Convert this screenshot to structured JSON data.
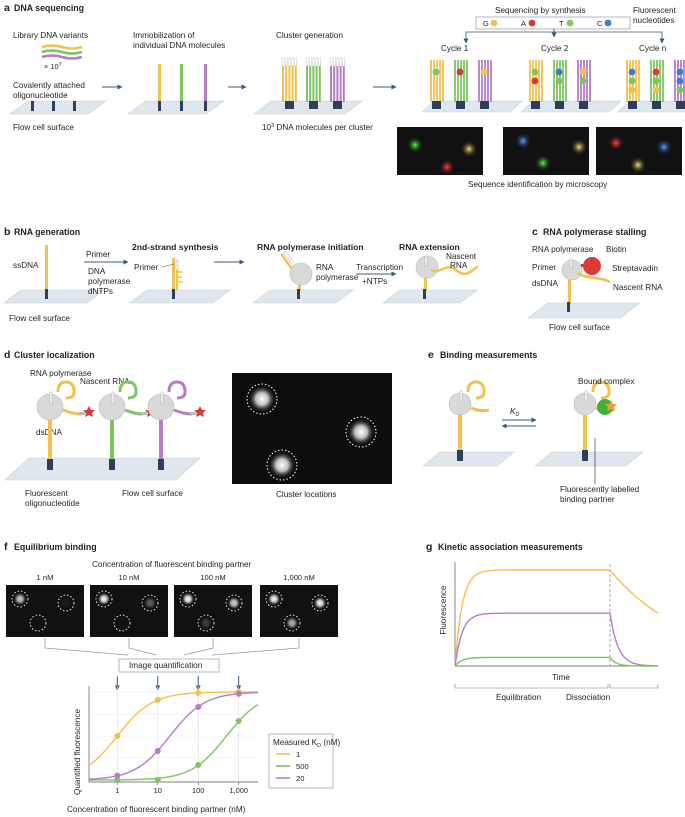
{
  "colors": {
    "yellow": "#f2c14e",
    "green": "#7cc560",
    "purple": "#b77cc6",
    "slide": "#dfe6ee",
    "navy": "#2e3f5c",
    "grey": "#d9d9d9",
    "red": "#d93a35",
    "blue": "#3b7fc4",
    "black": "#111111"
  },
  "panel_a": {
    "letter": "a",
    "title": "DNA sequencing",
    "library_label": "Library DNA variants",
    "library_count": "× 10",
    "library_exp": "7",
    "oligo_label": [
      "Covalently attached",
      "oligonucleotide"
    ],
    "surface_label": "Flow cell surface",
    "immob_label": [
      "Immobilization of",
      "individual DNA molecules"
    ],
    "cluster_label": "Cluster generation",
    "per_cluster_base": "10",
    "per_cluster_exp": "3",
    "per_cluster_rest": " DNA molecules per cluster",
    "sbs_label": "Sequencing by synthesis",
    "fluor_label": [
      "Fluorescent",
      "nucleotides"
    ],
    "nucleotides": [
      "G",
      "A",
      "T",
      "C"
    ],
    "cycles": [
      "Cycle 1",
      "Cycle 2",
      "Cycle n"
    ],
    "microscopy_label": "Sequence identification by microscopy"
  },
  "panel_b": {
    "letter": "b",
    "title": "RNA generation",
    "ssdna": "ssDNA",
    "surface_label": "Flow cell surface",
    "primer_step": [
      "Primer",
      "DNA",
      "polymerase",
      "dNTPs"
    ],
    "second_strand": "2nd-strand synthesis",
    "primer": "Primer",
    "pol_init": "RNA polymerase initiation",
    "rna_pol": [
      "RNA",
      "polymerase"
    ],
    "transcription": [
      "Transcription",
      "+NTPs"
    ],
    "rna_ext": "RNA extension",
    "nascent": [
      "Nascent",
      "RNA"
    ]
  },
  "panel_c": {
    "letter": "c",
    "title": "RNA polymerase stalling",
    "rna_pol": "RNA polymerase",
    "biotin": "Biotin",
    "primer": "Primer",
    "streptavidin": "Streptavadin",
    "dsdna": "dsDNA",
    "nascent": "Nascent RNA",
    "surface_label": "Flow cell surface"
  },
  "panel_d": {
    "letter": "d",
    "title": "Cluster localization",
    "rna_pol": "RNA polymerase",
    "nascent": "Nascent RNA",
    "dsdna": "dsDNA",
    "fluor_oligo": [
      "Fluorescent",
      "oligonucleotide"
    ],
    "surface_label": "Flow cell surface",
    "cluster_locations": "Cluster locations"
  },
  "panel_e": {
    "letter": "e",
    "title": "Binding measurements",
    "bound": "Bound complex",
    "kd": "K",
    "kd_sub": "D",
    "partner": [
      "Fluorescently labelled",
      "binding partner"
    ]
  },
  "panel_f": {
    "letter": "f",
    "title": "Equilibrium binding",
    "conc_title": "Concentration of fluorescent binding partner",
    "concentrations": [
      "1 nM",
      "10 nM",
      "100 nM",
      "1,000 nM"
    ],
    "image_quant": "Image quantification",
    "ylabel": "Quantified fluorescence",
    "xlabel": "Concentration of fluorescent binding partner (nM)",
    "legend_title": "Measured K",
    "legend_sub": "D",
    "legend_unit": " (nM)"
  },
  "panel_g": {
    "letter": "g",
    "title": "Kinetic association measurements",
    "ylabel": "Fluorescence",
    "xlabel": "Time",
    "phases": [
      "Equilibration",
      "Dissociation"
    ]
  },
  "chart_data": [
    {
      "type": "line",
      "title": "",
      "xlabel": "Concentration of fluorescent binding partner (nM)",
      "ylabel": "Quantified fluorescence",
      "x_scale": "log",
      "xlim": [
        0.2,
        3000
      ],
      "x_ticks": [
        1,
        10,
        100,
        1000
      ],
      "x_tick_labels": [
        "1",
        "10",
        "100",
        "1,000"
      ],
      "grid": true,
      "legend_placement": "right",
      "legend_title": "Measured KD (nM)",
      "series": [
        {
          "name": "1",
          "color": "#f2c14e",
          "kd": 1,
          "points_x": [
            1,
            10,
            100,
            1000
          ],
          "points_y": [
            0.5,
            0.91,
            0.99,
            1.0
          ]
        },
        {
          "name": "500",
          "color": "#7cc560",
          "kd": 500,
          "points_x": [
            1,
            10,
            100,
            1000
          ],
          "points_y": [
            0.0,
            0.0,
            0.17,
            0.67
          ]
        },
        {
          "name": "20",
          "color": "#b77cc6",
          "kd": 20,
          "points_x": [
            1,
            10,
            100,
            1000
          ],
          "points_y": [
            0.05,
            0.33,
            0.83,
            0.98
          ]
        }
      ]
    },
    {
      "type": "line",
      "title": "",
      "xlabel": "Time",
      "ylabel": "Fluorescence",
      "phases": [
        "Equilibration",
        "Dissociation"
      ],
      "series": [
        {
          "color": "#f2c14e",
          "plateau": 1.0
        },
        {
          "color": "#b77cc6",
          "plateau": 0.55
        },
        {
          "color": "#7cc560",
          "plateau": 0.09
        }
      ]
    }
  ]
}
